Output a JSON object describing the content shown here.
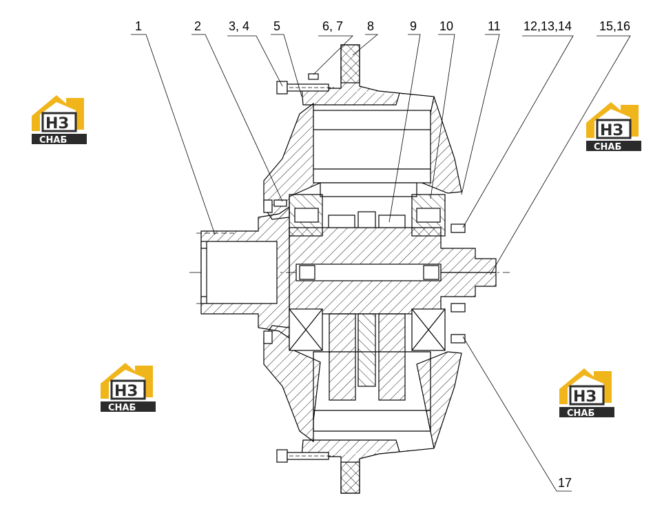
{
  "callouts": [
    "1",
    "2",
    "3, 4",
    "5",
    "6, 7",
    "8",
    "9",
    "10",
    "11",
    "12,13,14",
    "15,16",
    "17"
  ],
  "logo": {
    "mark": "НЗ",
    "name": "СНАБ",
    "colors": {
      "roof": "#f1b51c",
      "dark": "#2b2b2b",
      "text": "#ffffff"
    }
  },
  "drawing_colors": {
    "line": "#000000",
    "background": "#ffffff"
  }
}
